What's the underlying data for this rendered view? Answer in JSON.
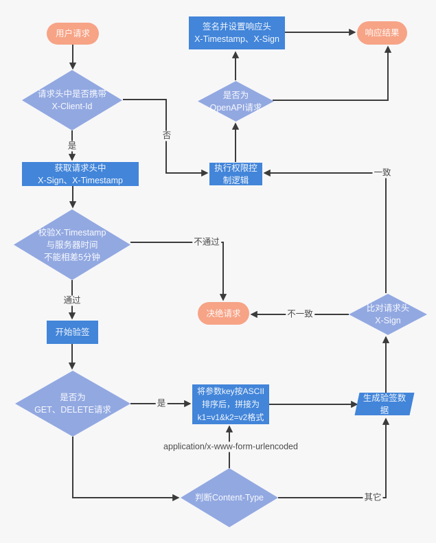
{
  "colors": {
    "background": "#f7f7f8",
    "terminal_fill": "#f7a386",
    "process_fill": "#4285d9",
    "decision_fill": "#92a8e1",
    "edge": "#3b3b3b"
  },
  "nodes": {
    "user_request": {
      "label": "用户请求"
    },
    "check_client_id": {
      "label": "请求头中是否携带\nX-Client-Id"
    },
    "get_headers": {
      "label": "获取请求头中\nX-Sign、X-Timestamp"
    },
    "check_timestamp": {
      "label": "校验X-Timestamp\n与服务器时间\n不能相差5分钟"
    },
    "start_verify": {
      "label": "开始验签"
    },
    "check_method": {
      "label": "是否为\nGET、DELETE请求"
    },
    "sort_params": {
      "label": "将参数key按ASCII\n排序后，拼接为\nk1=v1&k2=v2格式"
    },
    "gen_sign_data": {
      "label": "生成验签数据"
    },
    "check_content_type": {
      "label": "判断Content-Type"
    },
    "compare_sign": {
      "label": "比对请求头\nX-Sign"
    },
    "reject_request": {
      "label": "决绝请求"
    },
    "permission_logic": {
      "label": "执行权限控制逻辑"
    },
    "check_openapi": {
      "label": "是否为\nOpenAPI请求"
    },
    "sign_response": {
      "label": "签名并设置响应头\nX-Timestamp、X-Sign"
    },
    "response_result": {
      "label": "响应结果"
    }
  },
  "edge_labels": {
    "yes1": "是",
    "no1": "否",
    "pass": "通过",
    "fail": "不通过",
    "yes2": "是",
    "match": "一致",
    "mismatch": "不一致",
    "other": "其它",
    "form_urlencoded": "application/x-www-form-urlencoded"
  }
}
